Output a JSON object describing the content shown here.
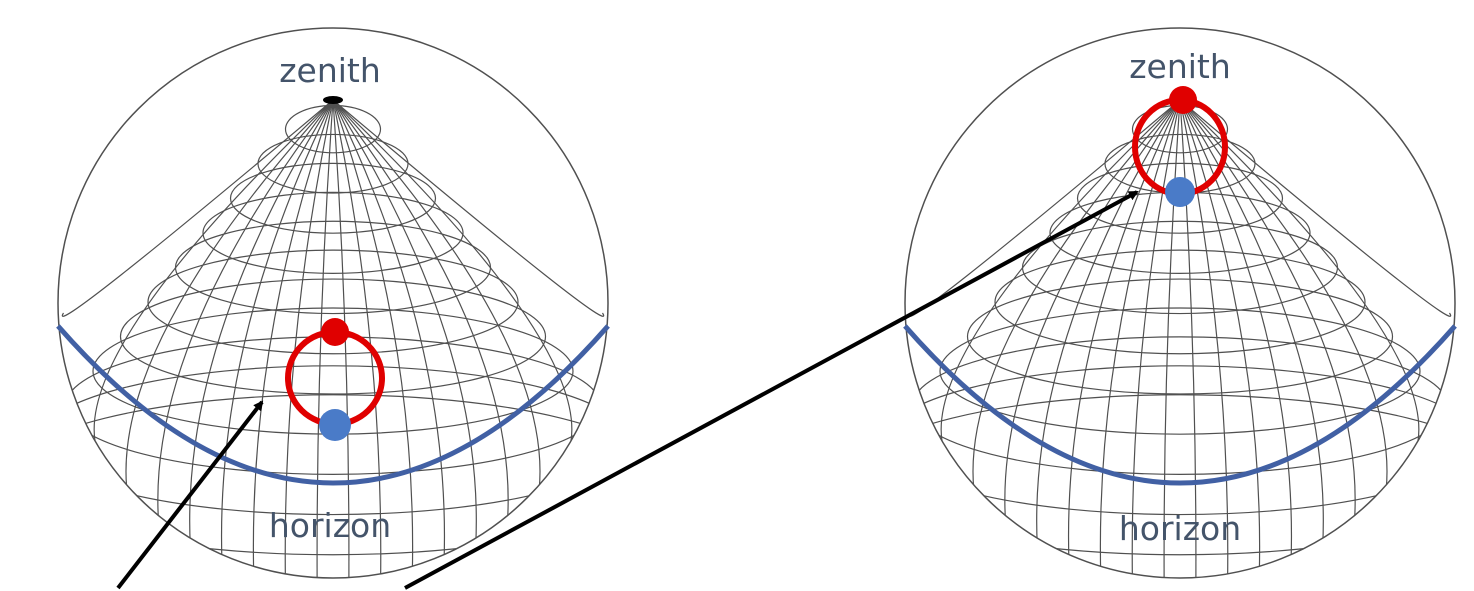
{
  "labels": {
    "left_zenith": "zenith",
    "left_horizon": "horizon",
    "right_zenith": "zenith",
    "right_horizon": "horizon"
  },
  "colors": {
    "grid": "#505050",
    "horizon_line": "#4160a4",
    "orbit": "#e00000",
    "upper_dot": "#e00000",
    "lower_dot": "#4a7bc8",
    "arrow": "#000000",
    "label": "#44546a"
  }
}
